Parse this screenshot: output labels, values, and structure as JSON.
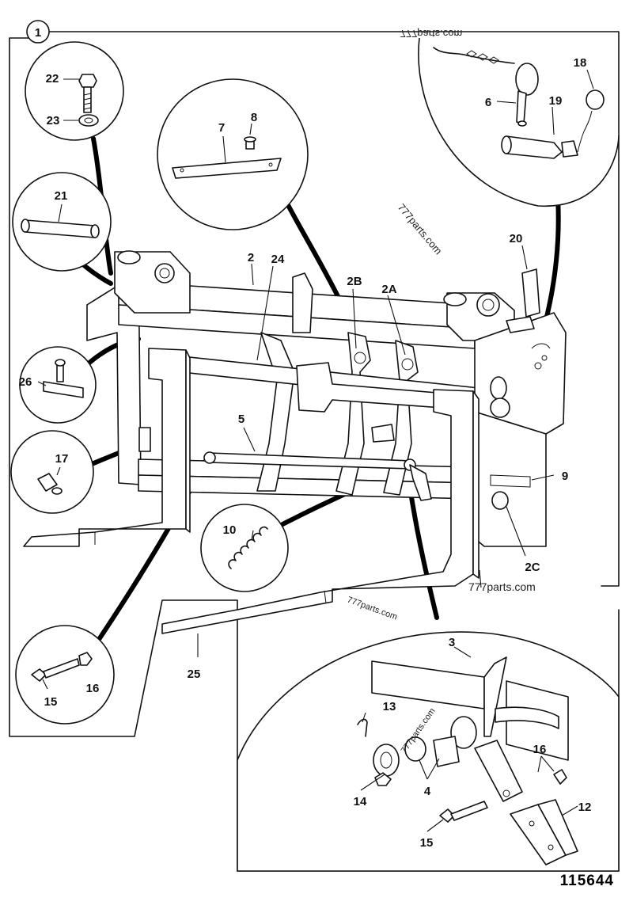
{
  "figure": {
    "sheet_number": "1",
    "drawing_number": "115644"
  },
  "watermarks": {
    "top_mirrored": "777parts.com",
    "diag_upper": "777parts.com",
    "right_mid": "777parts.com",
    "fork_mid": "777parts.com",
    "detail_lower": "777parts.com"
  },
  "callouts": {
    "c2": "2",
    "c2A": "2A",
    "c2B": "2B",
    "c2C": "2C",
    "c3": "3",
    "c4": "4",
    "c5": "5",
    "c6": "6",
    "c7": "7",
    "c8": "8",
    "c9": "9",
    "c10": "10",
    "c12": "12",
    "c13": "13",
    "c14": "14",
    "c15a": "15",
    "c15b": "15",
    "c16a": "16",
    "c16b": "16",
    "c17": "17",
    "c18": "18",
    "c19": "19",
    "c20": "20",
    "c21": "21",
    "c22": "22",
    "c23": "23",
    "c24": "24",
    "c25": "25",
    "c26": "26"
  }
}
